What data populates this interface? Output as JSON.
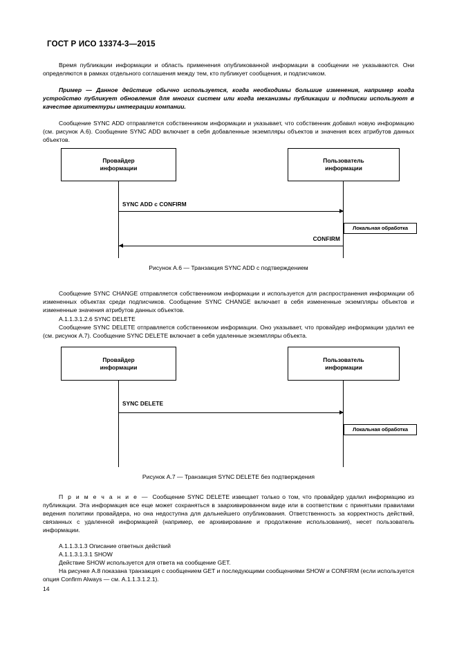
{
  "header": {
    "standard_title": "ГОСТ Р ИСО 13374-3—2015"
  },
  "page_number": "14",
  "body": {
    "para1": "Время публикации информации и область применения опубликованной информации в сообщении не указываются. Они определяются в рамках отдельного соглашения между тем, кто публикует сообщения, и подписчиком.",
    "example": "Пример — Данное действие обычно используется, когда необходимы большие изменения, например когда устройство публикует обновления для многих систем или когда механизмы публикации и подписки используют в качестве архитектуры интеграции компании.",
    "para2": "Сообщение SYNC ADD отправляется собственником информации и указывает, что собственник добавил новую информацию (см. рисунок А.6). Сообщение SYNC ADD включает в себя добавленные экземпляры объектов и значения всех атрибутов данных объектов.",
    "para3": "Сообщение SYNC CHANGE отправляется собственником информации и используется для распространения информации об измененных объектах среди подписчиков. Сообщение SYNC CHANGE включает в себя измененные экземпляры объектов и измененные значения атрибутов данных объектов.",
    "heading_sync_delete": "А.1.1.3.1.2.6  SYNC DELETE",
    "para4": "Сообщение SYNC DELETE отправляется собственником информации. Оно указывает, что провайдер информации удалил ее (см. рисунок А.7). Сообщение SYNC DELETE включает в себя удаленные экземпляры объекта.",
    "note_label": "П р и м е ч а н и е  —  ",
    "note_text": "Сообщение SYNC DELETE извещает только о том, что провайдер удалил информацию из публикации. Эта информация все еще может сохраняться в заархивированном виде или в соответствии с принятыми правилами ведения политики провайдера, но она недоступна для дальнейшего опубликования. Ответственность за корректность действий, связанных с удаленной информацией (например, ее архивирование и продолжение использования), несет пользователь информации.",
    "heading_response": "А.1.1.3.1.3  Описание ответных действий",
    "heading_show": "А.1.1.3.1.3.1  SHOW",
    "para5": "Действие SHOW используется для ответа на сообщение GET.",
    "para6": "На рисунке А.8 показана транзакция с сообщением GET и последующими сообщениями SHOW и CONFIRM (если используется опция Confirm Always — см. А.1.1.3.1.2.1)."
  },
  "figure_a6": {
    "caption": "Рисунок А.6 — Транзакция SYNC ADD с подтверждением",
    "actor_left_line1": "Провайдер",
    "actor_left_line2": "информации",
    "actor_right_line1": "Пользователь",
    "actor_right_line2": "информации",
    "message1": "SYNC ADD с CONFIRM",
    "message2": "CONFIRM",
    "processing_box": "Локальная обработка"
  },
  "figure_a7": {
    "caption": "Рисунок А.7 — Транзакция SYNC DELETE без подтверждения",
    "actor_left_line1": "Провайдер",
    "actor_left_line2": "информации",
    "actor_right_line1": "Пользователь",
    "actor_right_line2": "информации",
    "message1": "SYNC DELETE",
    "processing_box": "Локальная обработка"
  }
}
